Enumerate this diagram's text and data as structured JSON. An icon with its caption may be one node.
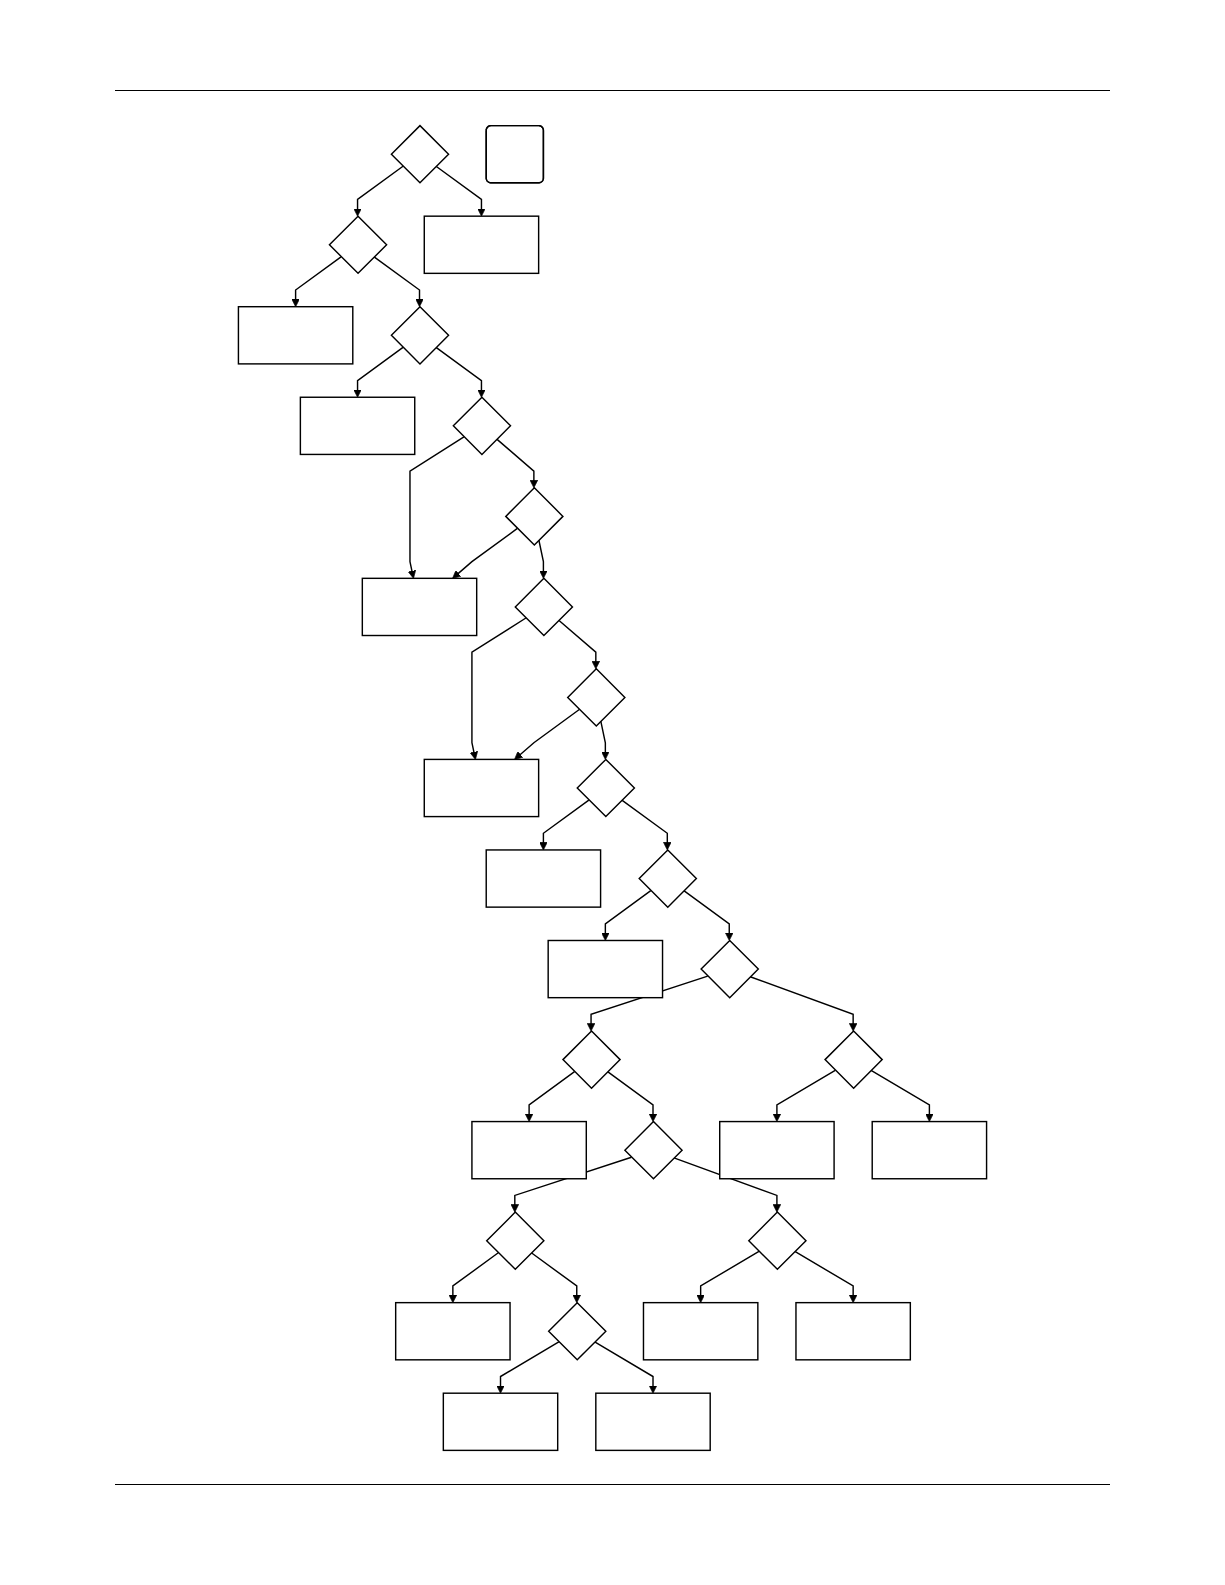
{
  "diagram": {
    "nodes": [
      {
        "text": [],
        "shape": "diamond"
      },
      {
        "text": [],
        "shape": "diamond"
      },
      {
        "text": [],
        "shape": "box"
      },
      {
        "text": [],
        "shape": "box"
      },
      {
        "text": [],
        "shape": "diamond"
      },
      {
        "text": [],
        "shape": "box"
      },
      {
        "text": [],
        "shape": "box"
      },
      {
        "text": [],
        "shape": "diamond"
      },
      {
        "text": [],
        "shape": "box"
      },
      {
        "text": [],
        "shape": "diamond"
      },
      {
        "text": [],
        "shape": "diamond"
      },
      {
        "text": [],
        "shape": "box"
      },
      {
        "text": [],
        "shape": "diamond"
      },
      {
        "text": [],
        "shape": "diamond"
      },
      {
        "text": [],
        "shape": "box"
      },
      {
        "text": [],
        "shape": "diamond"
      },
      {
        "text": [],
        "shape": "box"
      },
      {
        "text": [],
        "shape": "diamond"
      },
      {
        "text": [],
        "shape": "diamond"
      },
      {
        "text": [],
        "shape": "box"
      },
      {
        "text": [],
        "shape": "diamond"
      },
      {
        "text": [],
        "shape": "diamond"
      },
      {
        "text": [],
        "shape": "diamond"
      },
      {
        "text": [],
        "shape": "box"
      },
      {
        "text": [],
        "shape": "box"
      },
      {
        "text": [],
        "shape": "box"
      },
      {
        "text": [],
        "shape": "diamond"
      },
      {
        "text": [],
        "shape": "box"
      },
      {
        "text": [],
        "shape": "diamond"
      },
      {
        "text": [],
        "shape": "box"
      },
      {
        "text": [],
        "shape": "box"
      },
      {
        "text": [],
        "shape": "box"
      }
    ],
    "edges": [
      {
        "from": 0,
        "to": 1,
        "arrow": "to"
      },
      {
        "from": 0,
        "to": 5,
        "arrow": "to"
      },
      {
        "from": 1,
        "to": 2,
        "arrow": "to"
      },
      {
        "from": 1,
        "to": 4,
        "arrow": "to"
      },
      {
        "from": 4,
        "to": 6,
        "arrow": "to"
      },
      {
        "from": 4,
        "to": 7,
        "arrow": "to"
      },
      {
        "from": 7,
        "to": 8,
        "arrow": "to"
      },
      {
        "from": 7,
        "to": 9,
        "arrow": "to"
      },
      {
        "from": 9,
        "to": 8,
        "arrow": "to"
      },
      {
        "from": 9,
        "to": 10,
        "arrow": "to"
      },
      {
        "from": 10,
        "to": 11,
        "arrow": "to"
      },
      {
        "from": 10,
        "to": 12,
        "arrow": "to"
      },
      {
        "from": 12,
        "to": 11,
        "arrow": "to"
      },
      {
        "from": 12,
        "to": 13,
        "arrow": "to"
      },
      {
        "from": 13,
        "to": 14,
        "arrow": "to"
      },
      {
        "from": 13,
        "to": 15,
        "arrow": "to"
      },
      {
        "from": 15,
        "to": 16,
        "arrow": "to"
      },
      {
        "from": 15,
        "to": 17,
        "arrow": "to"
      },
      {
        "from": 17,
        "to": 18,
        "arrow": "to"
      },
      {
        "from": 17,
        "to": 20,
        "arrow": "to"
      },
      {
        "from": 18,
        "to": 19,
        "arrow": "to"
      },
      {
        "from": 18,
        "to": 21,
        "arrow": "to"
      },
      {
        "from": 20,
        "to": 24,
        "arrow": "to"
      },
      {
        "from": 20,
        "to": 25,
        "arrow": "to"
      },
      {
        "from": 21,
        "to": 22,
        "arrow": "to"
      },
      {
        "from": 21,
        "to": 26,
        "arrow": "to"
      },
      {
        "from": 22,
        "to": 23,
        "arrow": "to"
      },
      {
        "from": 22,
        "to": 28,
        "arrow": "to"
      },
      {
        "from": 26,
        "to": 27,
        "arrow": "to"
      },
      {
        "from": 26,
        "to": 31,
        "arrow": "to"
      },
      {
        "from": 28,
        "to": 29,
        "arrow": "to"
      },
      {
        "from": 28,
        "to": 30,
        "arrow": "to"
      }
    ]
  }
}
